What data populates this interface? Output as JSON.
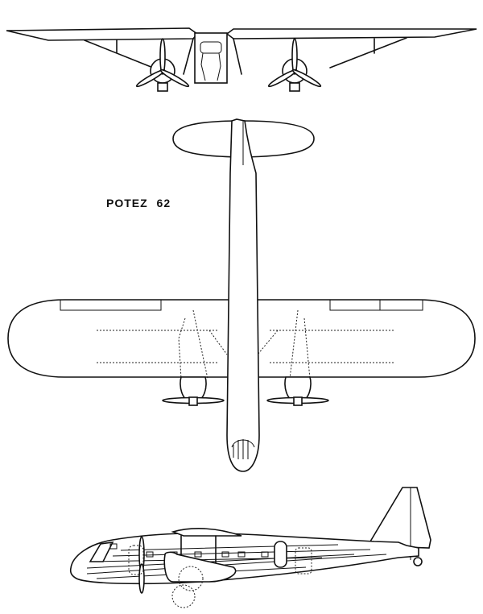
{
  "drawing": {
    "title": "POTEZ 62",
    "views": [
      "front",
      "plan",
      "side"
    ],
    "colors": {
      "ink": "#111111",
      "paper": "#ffffff"
    }
  }
}
